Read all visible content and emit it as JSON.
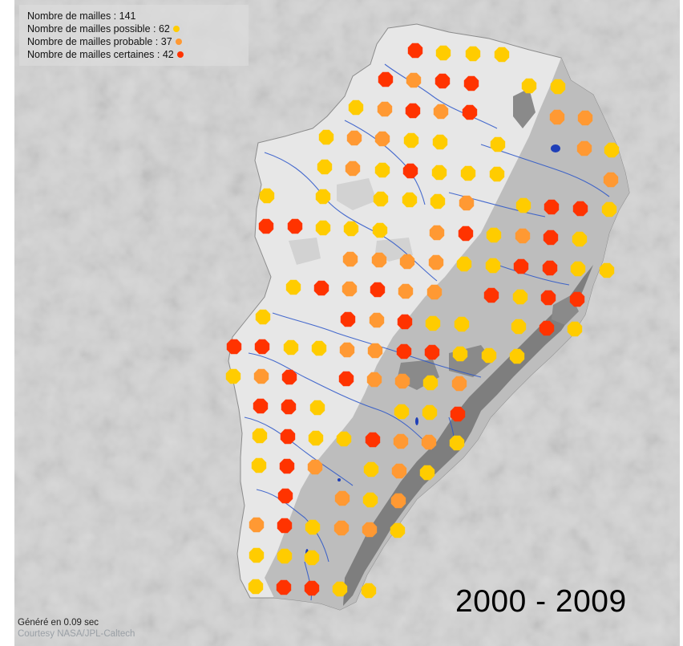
{
  "legend": {
    "total": "Nombre de mailles : 141",
    "possible": "Nombre de mailles possible : 62",
    "probable": "Nombre de mailles probable : 37",
    "certain": "Nombre de mailles certaines : 42"
  },
  "colors": {
    "possible": "#ffcc00",
    "probable": "#ff9933",
    "certain": "#ff3300",
    "region_light": "#e7e7e7",
    "region_mid": "#b9b9b9",
    "region_dark": "#7e7e7e",
    "river": "#2a55c9"
  },
  "period": "2000 - 2009",
  "footer": {
    "generated": "Généré en 0.09 sec",
    "courtesy": "Courtesy NASA/JPL-Caltech"
  }
}
